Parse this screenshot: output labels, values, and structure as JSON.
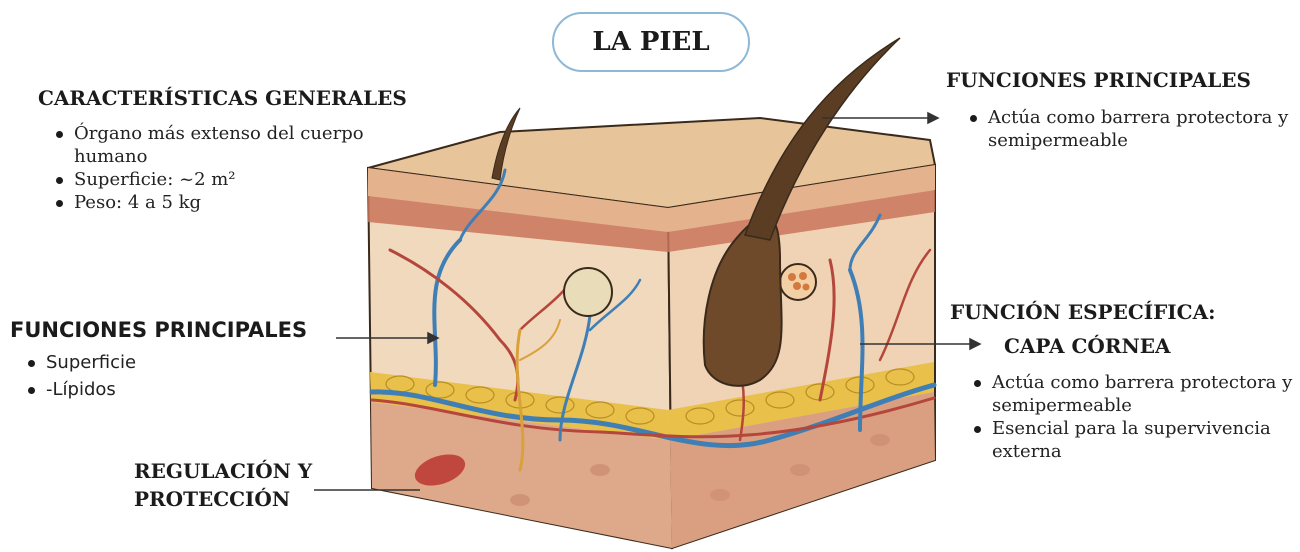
{
  "title": "LA PIEL",
  "left_top": {
    "heading": "CARACTERÍSTICAS GENERALES",
    "items": [
      "Órgano más extenso del cuerpo humano",
      "Superficie: ~2 m²",
      "Peso: 4 a 5 kg"
    ]
  },
  "left_mid": {
    "heading": "FUNCIONES PRINCIPALES",
    "items": [
      "Superficie",
      "-Lípidos"
    ]
  },
  "left_bottom": {
    "heading_line1": "REGULACIÓN Y",
    "heading_line2": "PROTECCIÓN"
  },
  "right_top": {
    "heading": "FUNCIONES PRINCIPALES",
    "items": [
      "Actúa como barrera protectora y semipermeable"
    ]
  },
  "right_mid": {
    "heading_line1": "FUNCIÓN ESPECÍFICA:",
    "heading_line2": "CAPA CÓRNEA",
    "items": [
      "Actúa como barrera protectora y semipermeable",
      "Esencial para la supervivencia externa"
    ]
  },
  "colors": {
    "title_border": "#8fb8d6",
    "epidermis_top": "#e8c49a",
    "dermis": "#f1d9bd",
    "dermis_band": "#c9745a",
    "fat": "#e8c04a",
    "hypodermis": "#dea88a",
    "vein": "#3f7fb5",
    "artery": "#b5463b",
    "nerve": "#d9a13a",
    "hair": "#5a3d22"
  }
}
